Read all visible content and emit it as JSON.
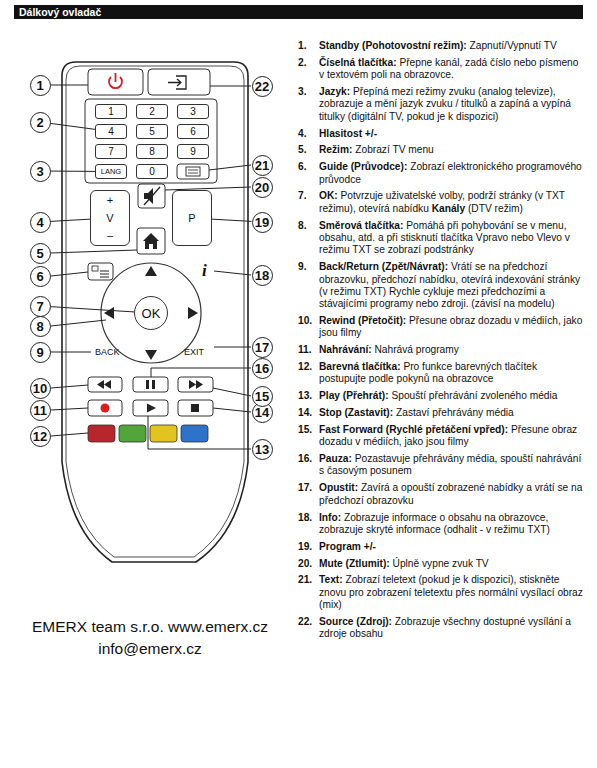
{
  "diagram": {
    "title": "Dálkový ovladač",
    "nodes": [
      {
        "text": [
          "1"
        ]
      },
      {
        "text": [
          "2"
        ]
      },
      {
        "text": [
          "3"
        ]
      },
      {
        "text": [
          "4"
        ]
      },
      {
        "text": [
          "5"
        ]
      },
      {
        "text": [
          "6"
        ]
      },
      {
        "text": [
          "7"
        ]
      },
      {
        "text": [
          "8"
        ]
      },
      {
        "text": [
          "9"
        ]
      },
      {
        "text": [
          "10"
        ]
      },
      {
        "text": [
          "11"
        ]
      },
      {
        "text": [
          "12"
        ]
      },
      {
        "text": [
          "13"
        ]
      },
      {
        "text": [
          "14"
        ]
      },
      {
        "text": [
          "15"
        ]
      },
      {
        "text": [
          "16"
        ]
      },
      {
        "text": [
          "17"
        ]
      },
      {
        "text": [
          "18"
        ]
      },
      {
        "text": [
          "19"
        ]
      },
      {
        "text": [
          "20"
        ]
      },
      {
        "text": [
          "21"
        ]
      },
      {
        "text": [
          "22"
        ]
      },
      {
        "text": [
          "1"
        ]
      },
      {
        "text": [
          "2"
        ]
      },
      {
        "text": [
          "3"
        ]
      },
      {
        "text": [
          "4"
        ]
      },
      {
        "text": [
          "5"
        ]
      },
      {
        "text": [
          "6"
        ]
      },
      {
        "text": [
          "7"
        ]
      },
      {
        "text": [
          "8"
        ]
      },
      {
        "text": [
          "9"
        ]
      },
      {
        "text": [
          "0"
        ]
      },
      {
        "text": [
          "LANG"
        ]
      },
      {
        "text": [
          "+",
          "V",
          "–"
        ]
      },
      {
        "text": [
          "P"
        ]
      },
      {
        "text": [
          "OK"
        ]
      }
    ],
    "edges": [
      {
        "from": 1,
        "to": 25,
        "arrow": "none"
      },
      {
        "from": 2,
        "to": 32,
        "arrow": "none"
      },
      {
        "from": 3,
        "to": 33,
        "arrow": "none"
      },
      {
        "from": 18,
        "to": 34,
        "arrow": "none"
      },
      {
        "from": 6,
        "to": 35,
        "arrow": "none"
      }
    ],
    "labels": [
      "BACK",
      "EXIT",
      "i",
      "1.",
      "Standby (Pohotovostní režim):",
      "Zapnutí/Vypnutí TV",
      "2.",
      "Číselná tlačítka:",
      "Přepne kanál, zadá číslo nebo písmeno v textovém poli na obrazovce.",
      "3.",
      "Jazyk:",
      "Přepíná mezi režimy zvuku (analog televize), zobrazuje a mění jazyk zvuku / titulků a zapíná a vypíná titulky (digitální TV, pokud je k dispozici)",
      "4.",
      "Hlasitost +/-",
      "5.",
      "Režim:",
      "Zobrazí TV menu",
      "6.",
      "Guide (Průvodce):",
      "Zobrazí elektronického programového průvodce",
      "7.",
      "OK:",
      "Potvrzuje uživatelské volby, podrží stránky (v TXT režimu), otevírá nabídku",
      "Kanály",
      "(DTV režim)",
      "8.",
      "Směrová tlačítka:",
      "Pomáhá při pohybování se v menu, obsahu, atd. a při stisknutí tlačítka Vpravo nebo Vlevo v režimu TXT se zobrazí podstránky",
      "9.",
      "Back/Return (Zpět/Návrat):",
      "Vrátí se na předchozí obrazovku, předchozí nabídku, otevírá indexování stránky (v režimu TXT) Rychle cykluje mezi předchozími a stávajícími programy nebo zdroji. (závisí na modelu)",
      "10.",
      "Rewind (Přetočit):",
      "Přesune obraz dozadu v médiích, jako jsou filmy",
      "11.",
      "Nahrávání:",
      "Nahrává programy",
      "12.",
      "Barevná tlačítka:",
      "Pro funkce barevných tlačítek postupujte podle pokynů na obrazovce",
      "13.",
      "Play (Přehrát):",
      "Spouští přehrávání zvoleného média",
      "14.",
      "Stop (Zastavit):",
      "Zastaví přehrávány média",
      "15.",
      "Fast Forward (Rychlé přetáčení vpřed):",
      "Přesune obraz dozadu v médiích, jako jsou filmy",
      "16.",
      "Pauza:",
      "Pozastavuje přehrávány média, spouští nahrávání s časovým posunem",
      "17.",
      "Opustit:",
      "Zavírá a opouští zobrazené nabídky a vrátí se na předchozí obrazovku",
      "18.",
      "Info:",
      "Zobrazuje informace o obsahu na obrazovce, zobrazuje skryté informace (odhalit - v režimu TXT)",
      "19.",
      "Program +/-",
      "20.",
      "Mute (Ztlumit):",
      "Úplně vypne zvuk TV",
      "21.",
      "Text:",
      "Zobrazí teletext (pokud je k dispozici), stiskněte znovu pro zobrazení teletextu přes normální vysílací obraz (mix)",
      "22.",
      "Source (Zdroj):",
      "Zobrazuje všechny dostupné vysílání a zdroje obsahu",
      "EMERX team s.r.o. www.emerx.cz",
      "info@emerx.cz"
    ]
  }
}
